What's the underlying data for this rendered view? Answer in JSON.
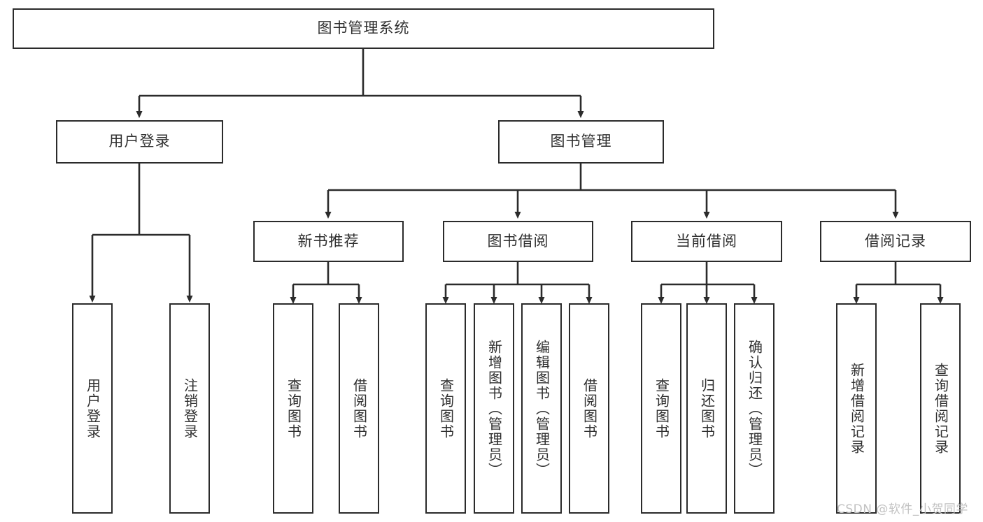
{
  "diagram": {
    "title": "图书管理系统",
    "type": "tree-functional-structure",
    "colors": {
      "box_stroke": "#2b2b2b",
      "box_fill": "#ffffff",
      "text": "#2f2f2f",
      "edge": "#2b2b2b",
      "watermark": "#c2c2c2",
      "background": "#ffffff"
    }
  },
  "nodes": {
    "root": {
      "label": "图书管理系统"
    },
    "level1": [
      {
        "id": "user-login",
        "label": "用户登录"
      },
      {
        "id": "book-manage",
        "label": "图书管理"
      }
    ],
    "level2": [
      {
        "id": "new-book-recommend",
        "label": "新书推荐"
      },
      {
        "id": "book-borrow",
        "label": "图书借阅"
      },
      {
        "id": "current-borrow",
        "label": "当前借阅"
      },
      {
        "id": "borrow-record",
        "label": "借阅记录"
      }
    ],
    "leaves": {
      "user_login": [
        {
          "id": "leaf-user-login",
          "label": "用户登录"
        },
        {
          "id": "leaf-logout-login",
          "label": "注销登录"
        }
      ],
      "new_book_recommend": [
        {
          "id": "leaf-query-book-1",
          "label": "查询图书"
        },
        {
          "id": "leaf-borrow-book-1",
          "label": "借阅图书"
        }
      ],
      "book_borrow": [
        {
          "id": "leaf-query-book-2",
          "label": "查询图书"
        },
        {
          "id": "leaf-add-book",
          "label": "新增图书（管理员）"
        },
        {
          "id": "leaf-edit-book",
          "label": "编辑图书（管理员）"
        },
        {
          "id": "leaf-borrow-book-2",
          "label": "借阅图书"
        }
      ],
      "current_borrow": [
        {
          "id": "leaf-query-book-3",
          "label": "查询图书"
        },
        {
          "id": "leaf-return-book",
          "label": "归还图书"
        },
        {
          "id": "leaf-confirm-return",
          "label": "确认归还（管理员）"
        }
      ],
      "borrow_record": [
        {
          "id": "leaf-add-record",
          "label": "新增借阅记录"
        },
        {
          "id": "leaf-query-record",
          "label": "查询借阅记录"
        }
      ]
    }
  },
  "watermark": {
    "text": "CSDN @软件_小贺同学"
  }
}
